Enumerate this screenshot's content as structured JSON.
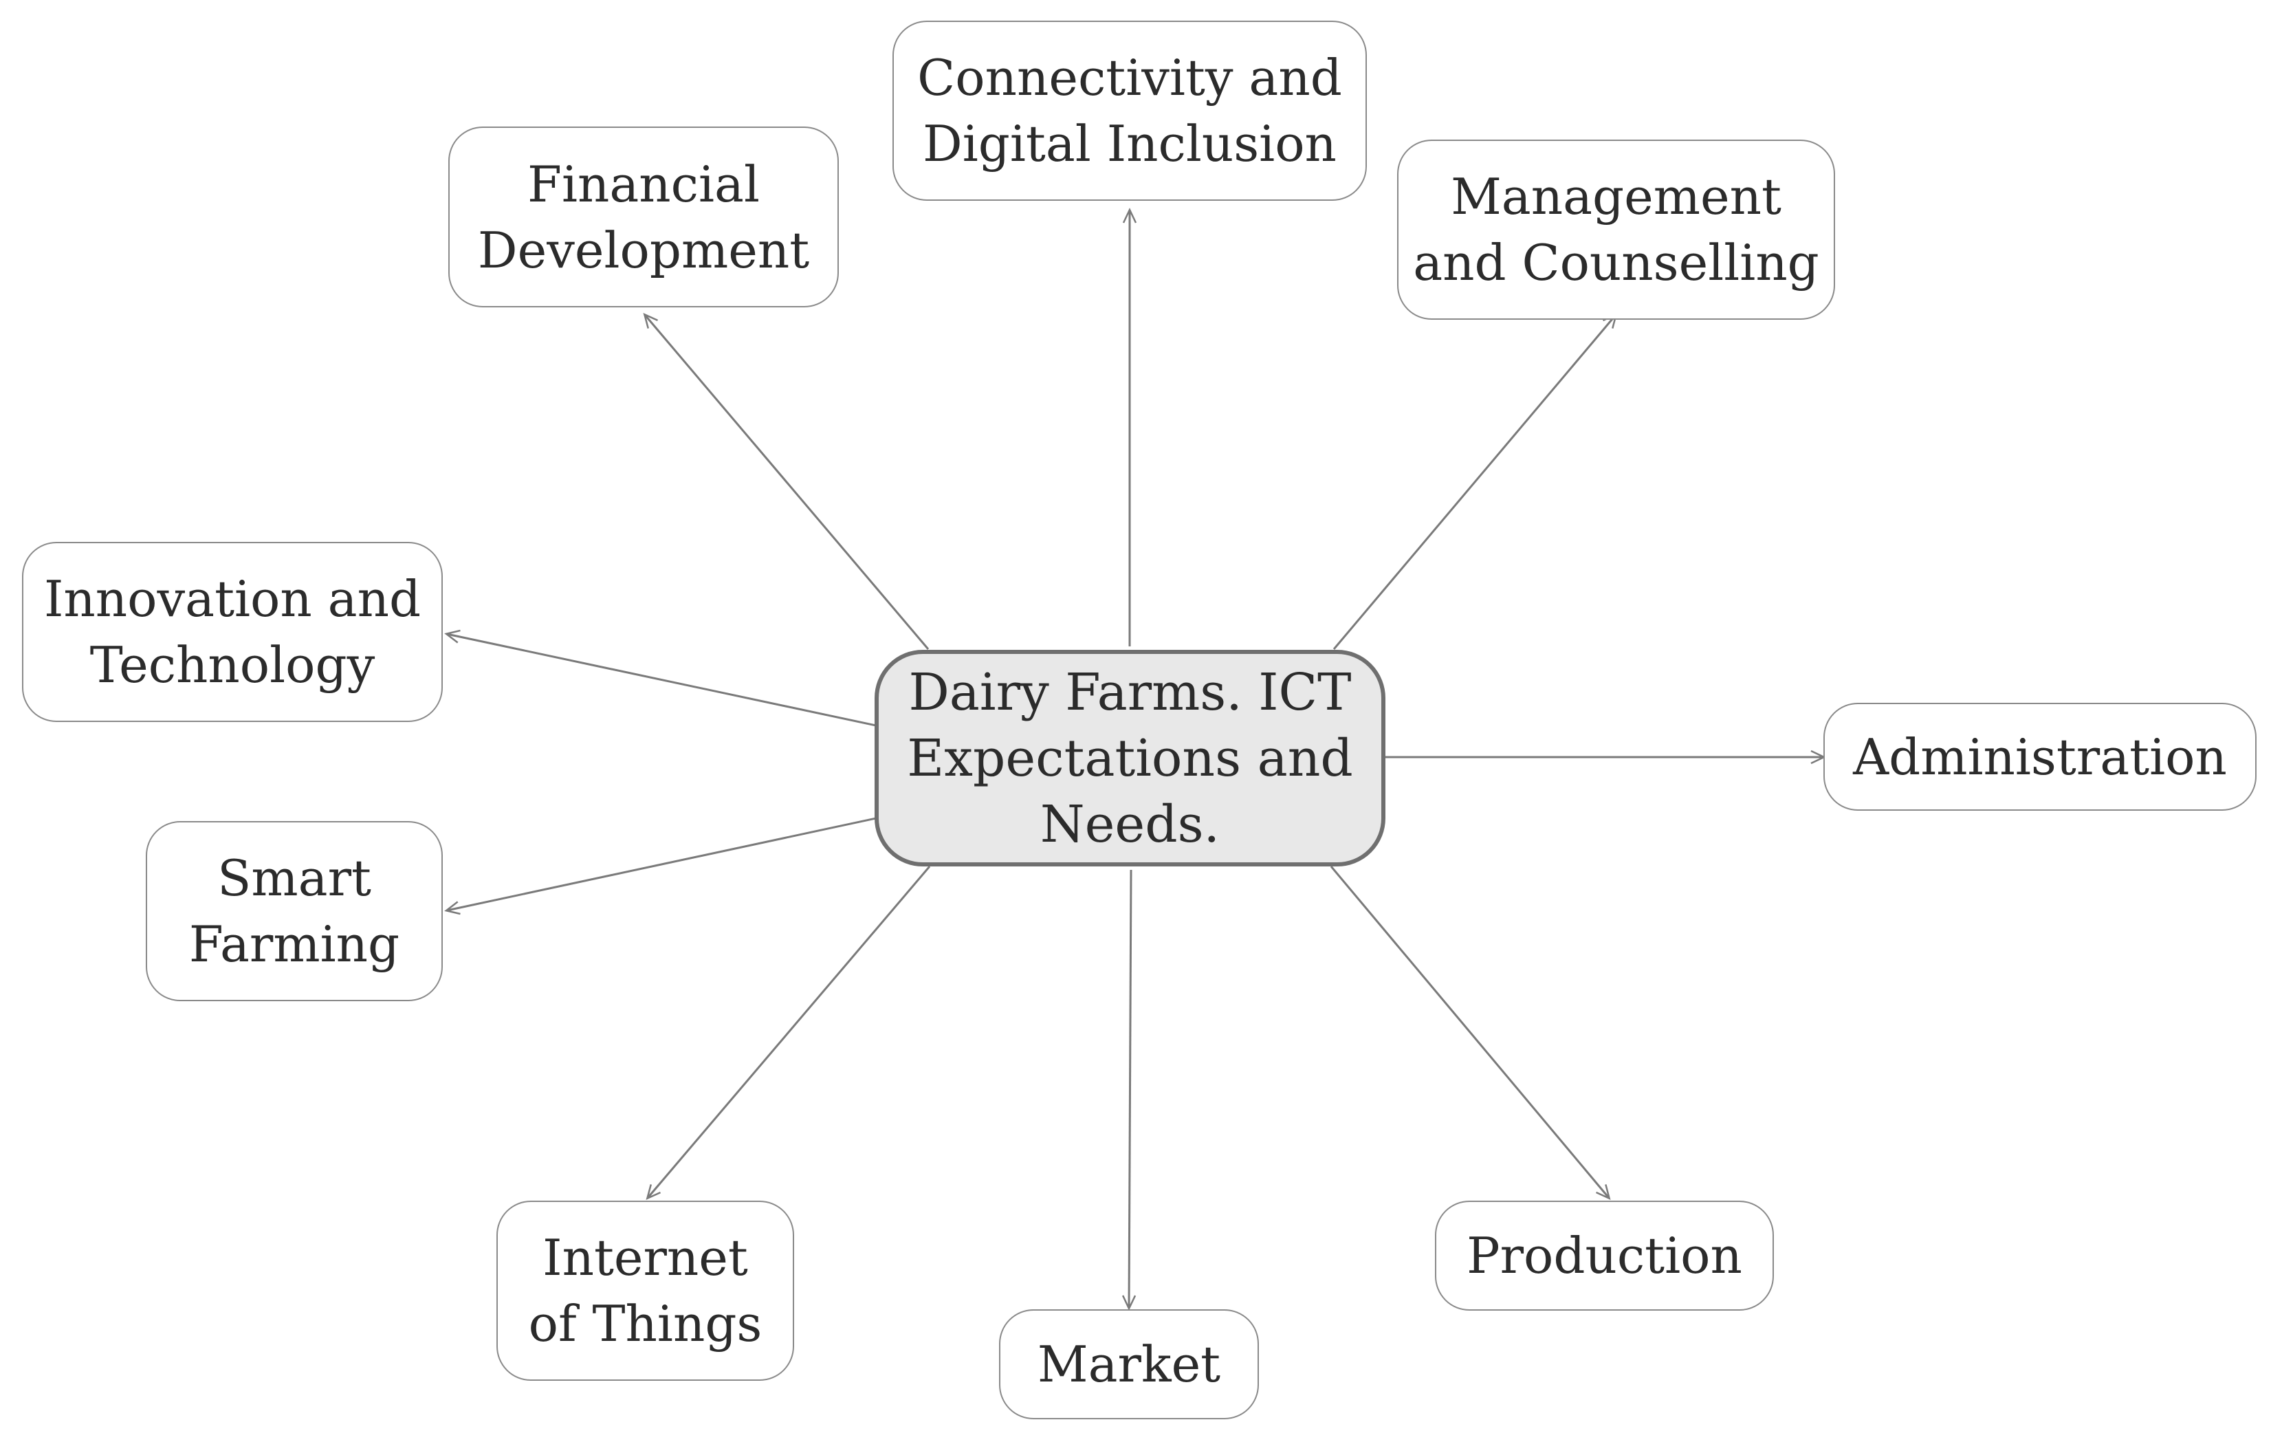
{
  "center": {
    "lines": [
      "Dairy Farms. ICT",
      "Expectations and",
      "Needs."
    ]
  },
  "nodes": [
    {
      "id": "connectivity",
      "lines": [
        "Connectivity and",
        "Digital Inclusion"
      ]
    },
    {
      "id": "financial",
      "lines": [
        "Financial",
        "Development"
      ]
    },
    {
      "id": "management",
      "lines": [
        "Management",
        "and Counselling"
      ]
    },
    {
      "id": "innovation",
      "lines": [
        "Innovation and",
        "Technology"
      ]
    },
    {
      "id": "administration",
      "lines": [
        "Administration"
      ]
    },
    {
      "id": "smart-farming",
      "lines": [
        "Smart",
        "Farming"
      ]
    },
    {
      "id": "iot",
      "lines": [
        "Internet",
        "of Things"
      ]
    },
    {
      "id": "market",
      "lines": [
        "Market"
      ]
    },
    {
      "id": "production",
      "lines": [
        "Production"
      ]
    }
  ],
  "colors": {
    "center_fill": "#e8e8e8",
    "border": "#8a8a8a",
    "edge": "#7a7a7a"
  }
}
